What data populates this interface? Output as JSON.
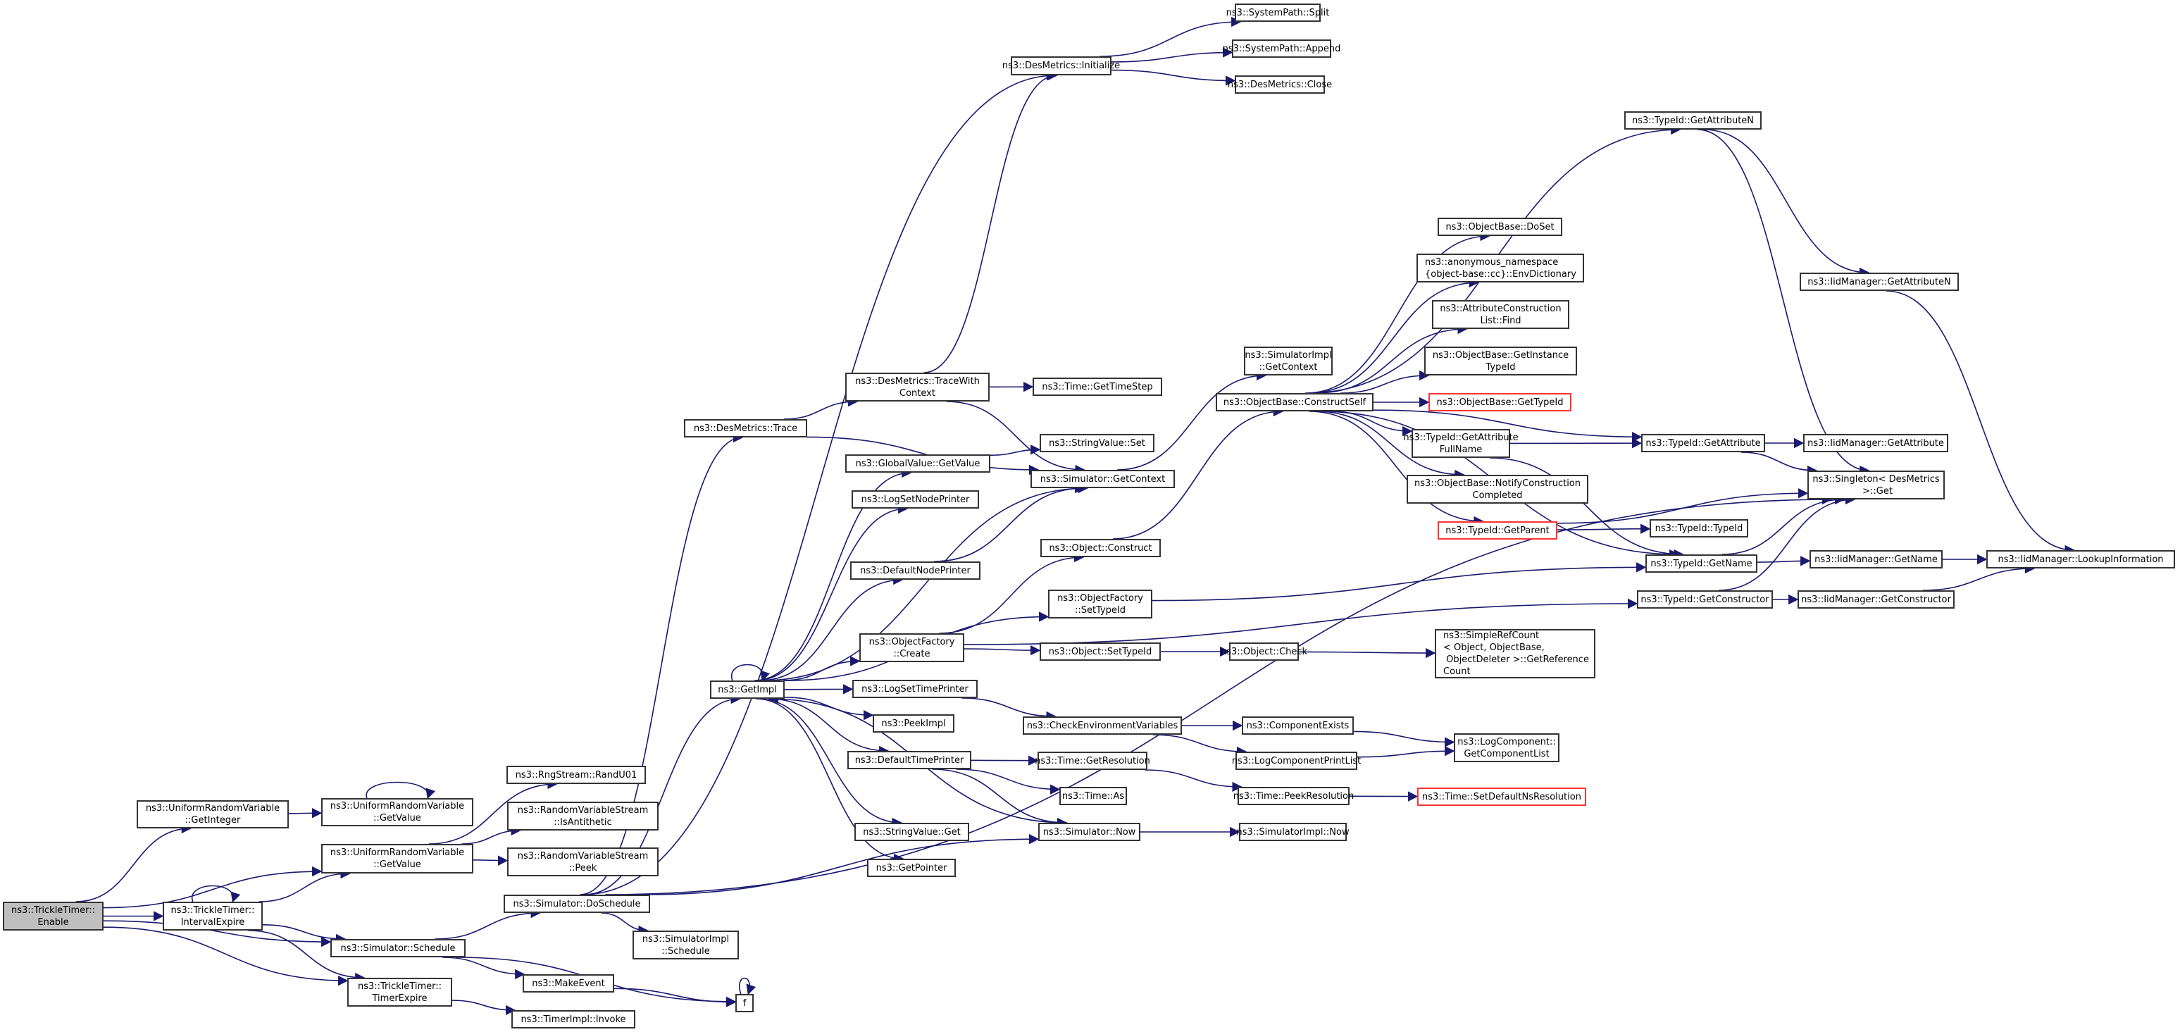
{
  "graph": {
    "edge_color": "#191970",
    "node_border_color": "#333333",
    "highlight_node_fill": "#bfbfbf",
    "missing_node_border_color": "#ff3333",
    "nodes": {
      "enable": {
        "lines": [
          "ns3::TrickleTimer::",
          "Enable"
        ]
      },
      "getinteger": {
        "lines": [
          "ns3::UniformRandomVariable",
          "::GetInteger"
        ]
      },
      "urv-getvalue-1": {
        "lines": [
          "ns3::UniformRandomVariable",
          "::GetValue"
        ]
      },
      "urv-getvalue-2": {
        "lines": [
          "ns3::UniformRandomVariable",
          "::GetValue"
        ]
      },
      "intervalexpire": {
        "lines": [
          "ns3::TrickleTimer::",
          "IntervalExpire"
        ]
      },
      "schedule": {
        "lines": [
          "ns3::Simulator::Schedule"
        ]
      },
      "timerexpire": {
        "lines": [
          "ns3::TrickleTimer::",
          "TimerExpire"
        ]
      },
      "randu01": {
        "lines": [
          "ns3::RngStream::RandU01"
        ]
      },
      "isantithetic": {
        "lines": [
          "ns3::RandomVariableStream",
          "::IsAntithetic"
        ]
      },
      "peek": {
        "lines": [
          "ns3::RandomVariableStream",
          "::Peek"
        ]
      },
      "doschedule": {
        "lines": [
          "ns3::Simulator::DoSchedule"
        ]
      },
      "simimpl-schedule": {
        "lines": [
          "ns3::SimulatorImpl",
          "::Schedule"
        ]
      },
      "makeevent": {
        "lines": [
          "ns3::MakeEvent"
        ]
      },
      "f": {
        "lines": [
          "f"
        ]
      },
      "invoke": {
        "lines": [
          "ns3::TimerImpl::Invoke"
        ]
      },
      "getimpl": {
        "lines": [
          "ns3::GetImpl"
        ]
      },
      "trace": {
        "lines": [
          "ns3::DesMetrics::Trace"
        ]
      },
      "tracewith": {
        "lines": [
          "ns3::DesMetrics::TraceWith",
          "Context"
        ]
      },
      "globalvalue": {
        "lines": [
          "ns3::GlobalValue::GetValue"
        ]
      },
      "lognodeprinter": {
        "lines": [
          "ns3::LogSetNodePrinter"
        ]
      },
      "defaultnodeprinter": {
        "lines": [
          "ns3::DefaultNodePrinter"
        ]
      },
      "objfactory-create": {
        "lines": [
          "ns3::ObjectFactory",
          "::Create"
        ]
      },
      "logsettimeprinter": {
        "lines": [
          "ns3::LogSetTimePrinter"
        ]
      },
      "peekimpl": {
        "lines": [
          "ns3::PeekImpl"
        ]
      },
      "defaulttimeprinter": {
        "lines": [
          "ns3::DefaultTimePrinter"
        ]
      },
      "stringvalue-get": {
        "lines": [
          "ns3::StringValue::Get"
        ]
      },
      "getpointer": {
        "lines": [
          "ns3::GetPointer"
        ]
      },
      "initialize": {
        "lines": [
          "ns3::DesMetrics::Initialize"
        ]
      },
      "split": {
        "lines": [
          "ns3::SystemPath::Split"
        ]
      },
      "append": {
        "lines": [
          "ns3::SystemPath::Append"
        ]
      },
      "close": {
        "lines": [
          "ns3::DesMetrics::Close"
        ]
      },
      "gettimestep": {
        "lines": [
          "ns3::Time::GetTimeStep"
        ]
      },
      "stringvalue-set": {
        "lines": [
          "ns3::StringValue::Set"
        ]
      },
      "sim-getcontext": {
        "lines": [
          "ns3::Simulator::GetContext"
        ]
      },
      "obj-construct": {
        "lines": [
          "ns3::Object::Construct"
        ]
      },
      "objfactory-settypeid": {
        "lines": [
          "ns3::ObjectFactory",
          "::SetTypeId"
        ]
      },
      "obj-settypeid": {
        "lines": [
          "ns3::Object::SetTypeId"
        ]
      },
      "checkenv": {
        "lines": [
          "ns3::CheckEnvironmentVariables"
        ]
      },
      "time-getresolution": {
        "lines": [
          "ns3::Time::GetResolution"
        ]
      },
      "time-as": {
        "lines": [
          "ns3::Time::As"
        ]
      },
      "sim-now": {
        "lines": [
          "ns3::Simulator::Now"
        ]
      },
      "simimpl-getcontext": {
        "lines": [
          "ns3::SimulatorImpl",
          "::GetContext"
        ]
      },
      "constructself": {
        "lines": [
          "ns3::ObjectBase::ConstructSelf"
        ]
      },
      "object-check": {
        "lines": [
          "ns3::Object::Check"
        ]
      },
      "componentexists": {
        "lines": [
          "ns3::ComponentExists"
        ]
      },
      "logcompprint": {
        "lines": [
          "ns3::LogComponentPrintList"
        ]
      },
      "peekresolution": {
        "lines": [
          "ns3::Time::PeekResolution"
        ]
      },
      "simimpl-now": {
        "lines": [
          "ns3::SimulatorImpl::Now"
        ]
      },
      "doset": {
        "lines": [
          "ns3::ObjectBase::DoSet"
        ]
      },
      "envdictionary": {
        "lines": [
          "ns3::anonymous_namespace",
          "{object-base::cc}::EnvDictionary"
        ]
      },
      "attrconstruction": {
        "lines": [
          "ns3::AttributeConstruction",
          "List::Find"
        ]
      },
      "getinstancetypeid": {
        "lines": [
          "ns3::ObjectBase::GetInstance",
          "TypeId"
        ]
      },
      "ob-gettypeid": {
        "lines": [
          "ns3::ObjectBase::GetTypeId"
        ]
      },
      "getattributefullname": {
        "lines": [
          "ns3::TypeId::GetAttribute",
          "FullName"
        ]
      },
      "notifyconstruction": {
        "lines": [
          "ns3::ObjectBase::NotifyConstruction",
          "Completed"
        ]
      },
      "getparent": {
        "lines": [
          "ns3::TypeId::GetParent"
        ]
      },
      "simplerefcount": {
        "lines": [
          "ns3::SimpleRefCount",
          "< Object, ObjectBase,",
          " ObjectDeleter >::GetReference",
          "Count"
        ]
      },
      "logcomponent-getlist": {
        "lines": [
          "ns3::LogComponent::",
          "GetComponentList"
        ]
      },
      "setdefaultns": {
        "lines": [
          "ns3::Time::SetDefaultNsResolution"
        ]
      },
      "typeid-getattributen": {
        "lines": [
          "ns3::TypeId::GetAttributeN"
        ]
      },
      "typeid-getattribute": {
        "lines": [
          "ns3::TypeId::GetAttribute"
        ]
      },
      "typeid-typeid": {
        "lines": [
          "ns3::TypeId::TypeId"
        ]
      },
      "typeid-getname": {
        "lines": [
          "ns3::TypeId::GetName"
        ]
      },
      "typeid-getconstructor": {
        "lines": [
          "ns3::TypeId::GetConstructor"
        ]
      },
      "iid-getattributen": {
        "lines": [
          "ns3::IidManager::GetAttributeN"
        ]
      },
      "iid-getattribute": {
        "lines": [
          "ns3::IidManager::GetAttribute"
        ]
      },
      "singleton": {
        "lines": [
          "ns3::Singleton< DesMetrics",
          " >::Get"
        ]
      },
      "iid-getname": {
        "lines": [
          "ns3::IidManager::GetName"
        ]
      },
      "iid-getconstructor": {
        "lines": [
          "ns3::IidManager::GetConstructor"
        ]
      },
      "lookupinformation": {
        "lines": [
          "ns3::IidManager::LookupInformation"
        ]
      }
    },
    "edges": [
      [
        "enable",
        "getinteger"
      ],
      [
        "enable",
        "urv-getvalue-2"
      ],
      [
        "enable",
        "intervalexpire"
      ],
      [
        "enable",
        "schedule"
      ],
      [
        "enable",
        "timerexpire"
      ],
      [
        "getinteger",
        "urv-getvalue-1"
      ],
      [
        "urv-getvalue-1",
        "urv-getvalue-1"
      ],
      [
        "urv-getvalue-2",
        "randu01"
      ],
      [
        "urv-getvalue-2",
        "isantithetic"
      ],
      [
        "urv-getvalue-2",
        "peek"
      ],
      [
        "intervalexpire",
        "intervalexpire"
      ],
      [
        "intervalexpire",
        "urv-getvalue-2"
      ],
      [
        "intervalexpire",
        "schedule"
      ],
      [
        "intervalexpire",
        "timerexpire"
      ],
      [
        "schedule",
        "doschedule"
      ],
      [
        "schedule",
        "makeevent"
      ],
      [
        "schedule",
        "f"
      ],
      [
        "timerexpire",
        "invoke"
      ],
      [
        "makeevent",
        "f"
      ],
      [
        "f",
        "f"
      ],
      [
        "doschedule",
        "getimpl"
      ],
      [
        "doschedule",
        "trace"
      ],
      [
        "doschedule",
        "simimpl-schedule"
      ],
      [
        "doschedule",
        "sim-now"
      ],
      [
        "doschedule",
        "singleton"
      ],
      [
        "doschedule",
        "initialize"
      ],
      [
        "getimpl",
        "globalvalue"
      ],
      [
        "getimpl",
        "lognodeprinter"
      ],
      [
        "getimpl",
        "defaultnodeprinter"
      ],
      [
        "getimpl",
        "objfactory-create"
      ],
      [
        "getimpl",
        "logsettimeprinter"
      ],
      [
        "getimpl",
        "peekimpl"
      ],
      [
        "getimpl",
        "defaulttimeprinter"
      ],
      [
        "getimpl",
        "stringvalue-get"
      ],
      [
        "getimpl",
        "getpointer"
      ],
      [
        "getimpl",
        "objfactory-settypeid"
      ],
      [
        "getimpl",
        "sim-getcontext"
      ],
      [
        "getimpl",
        "getimpl"
      ],
      [
        "sim-now",
        "getimpl"
      ],
      [
        "trace",
        "tracewith"
      ],
      [
        "trace",
        "sim-getcontext"
      ],
      [
        "tracewith",
        "gettimestep"
      ],
      [
        "tracewith",
        "sim-getcontext"
      ],
      [
        "tracewith",
        "initialize"
      ],
      [
        "initialize",
        "split"
      ],
      [
        "initialize",
        "append"
      ],
      [
        "initialize",
        "close"
      ],
      [
        "globalvalue",
        "stringvalue-set"
      ],
      [
        "defaultnodeprinter",
        "sim-getcontext"
      ],
      [
        "sim-getcontext",
        "simimpl-getcontext"
      ],
      [
        "objfactory-create",
        "obj-construct"
      ],
      [
        "objfactory-create",
        "obj-settypeid"
      ],
      [
        "objfactory-create",
        "typeid-getconstructor"
      ],
      [
        "objfactory-settypeid",
        "typeid-getname"
      ],
      [
        "obj-construct",
        "constructself"
      ],
      [
        "obj-settypeid",
        "object-check"
      ],
      [
        "object-check",
        "simplerefcount"
      ],
      [
        "logsettimeprinter",
        "checkenv"
      ],
      [
        "checkenv",
        "componentexists"
      ],
      [
        "checkenv",
        "logcompprint"
      ],
      [
        "componentexists",
        "logcomponent-getlist"
      ],
      [
        "logcompprint",
        "logcomponent-getlist"
      ],
      [
        "defaulttimeprinter",
        "time-getresolution"
      ],
      [
        "defaulttimeprinter",
        "time-as"
      ],
      [
        "defaulttimeprinter",
        "sim-now"
      ],
      [
        "time-getresolution",
        "peekresolution"
      ],
      [
        "peekresolution",
        "setdefaultns"
      ],
      [
        "sim-now",
        "simimpl-now"
      ],
      [
        "constructself",
        "doset"
      ],
      [
        "constructself",
        "envdictionary"
      ],
      [
        "constructself",
        "attrconstruction"
      ],
      [
        "constructself",
        "getinstancetypeid"
      ],
      [
        "constructself",
        "ob-gettypeid"
      ],
      [
        "constructself",
        "getattributefullname"
      ],
      [
        "constructself",
        "notifyconstruction"
      ],
      [
        "constructself",
        "getparent"
      ],
      [
        "constructself",
        "typeid-getname"
      ],
      [
        "constructself",
        "typeid-getattributen"
      ],
      [
        "constructself",
        "typeid-getattribute"
      ],
      [
        "getattributefullname",
        "typeid-getattribute"
      ],
      [
        "getattributefullname",
        "typeid-getname"
      ],
      [
        "getparent",
        "typeid-typeid"
      ],
      [
        "getparent",
        "singleton"
      ],
      [
        "typeid-getattributen",
        "iid-getattributen"
      ],
      [
        "typeid-getattributen",
        "singleton"
      ],
      [
        "typeid-getattribute",
        "iid-getattribute"
      ],
      [
        "typeid-getattribute",
        "singleton"
      ],
      [
        "typeid-getname",
        "iid-getname"
      ],
      [
        "typeid-getname",
        "singleton"
      ],
      [
        "typeid-getconstructor",
        "iid-getconstructor"
      ],
      [
        "typeid-getconstructor",
        "singleton"
      ],
      [
        "iid-getattributen",
        "lookupinformation"
      ],
      [
        "iid-getname",
        "lookupinformation"
      ],
      [
        "iid-getconstructor",
        "lookupinformation"
      ]
    ]
  }
}
